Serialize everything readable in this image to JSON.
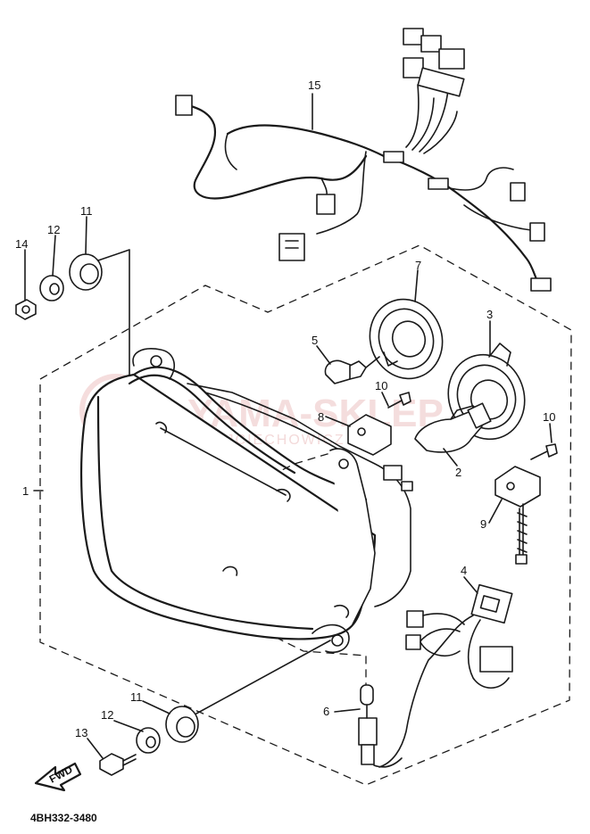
{
  "diagram": {
    "part_code": "4BH332-3480",
    "fwd_label": "FWD",
    "watermark": {
      "brand": "YAMA-SKLEP.PL",
      "subtext": "WOJCIECHOWICZ"
    },
    "callouts": [
      {
        "id": "c1",
        "label": "1"
      },
      {
        "id": "c2",
        "label": "2"
      },
      {
        "id": "c3",
        "label": "3"
      },
      {
        "id": "c4",
        "label": "4"
      },
      {
        "id": "c5",
        "label": "5"
      },
      {
        "id": "c6",
        "label": "6"
      },
      {
        "id": "c7",
        "label": "7"
      },
      {
        "id": "c8",
        "label": "8"
      },
      {
        "id": "c9",
        "label": "9"
      },
      {
        "id": "c10a",
        "label": "10"
      },
      {
        "id": "c10b",
        "label": "10"
      },
      {
        "id": "c11a",
        "label": "11"
      },
      {
        "id": "c11b",
        "label": "11"
      },
      {
        "id": "c12a",
        "label": "12"
      },
      {
        "id": "c12b",
        "label": "12"
      },
      {
        "id": "c13",
        "label": "13"
      },
      {
        "id": "c14",
        "label": "14"
      },
      {
        "id": "c15",
        "label": "15"
      }
    ],
    "colors": {
      "line": "#1a1a1a",
      "watermark": "#e8b4b4",
      "background": "#ffffff"
    }
  }
}
